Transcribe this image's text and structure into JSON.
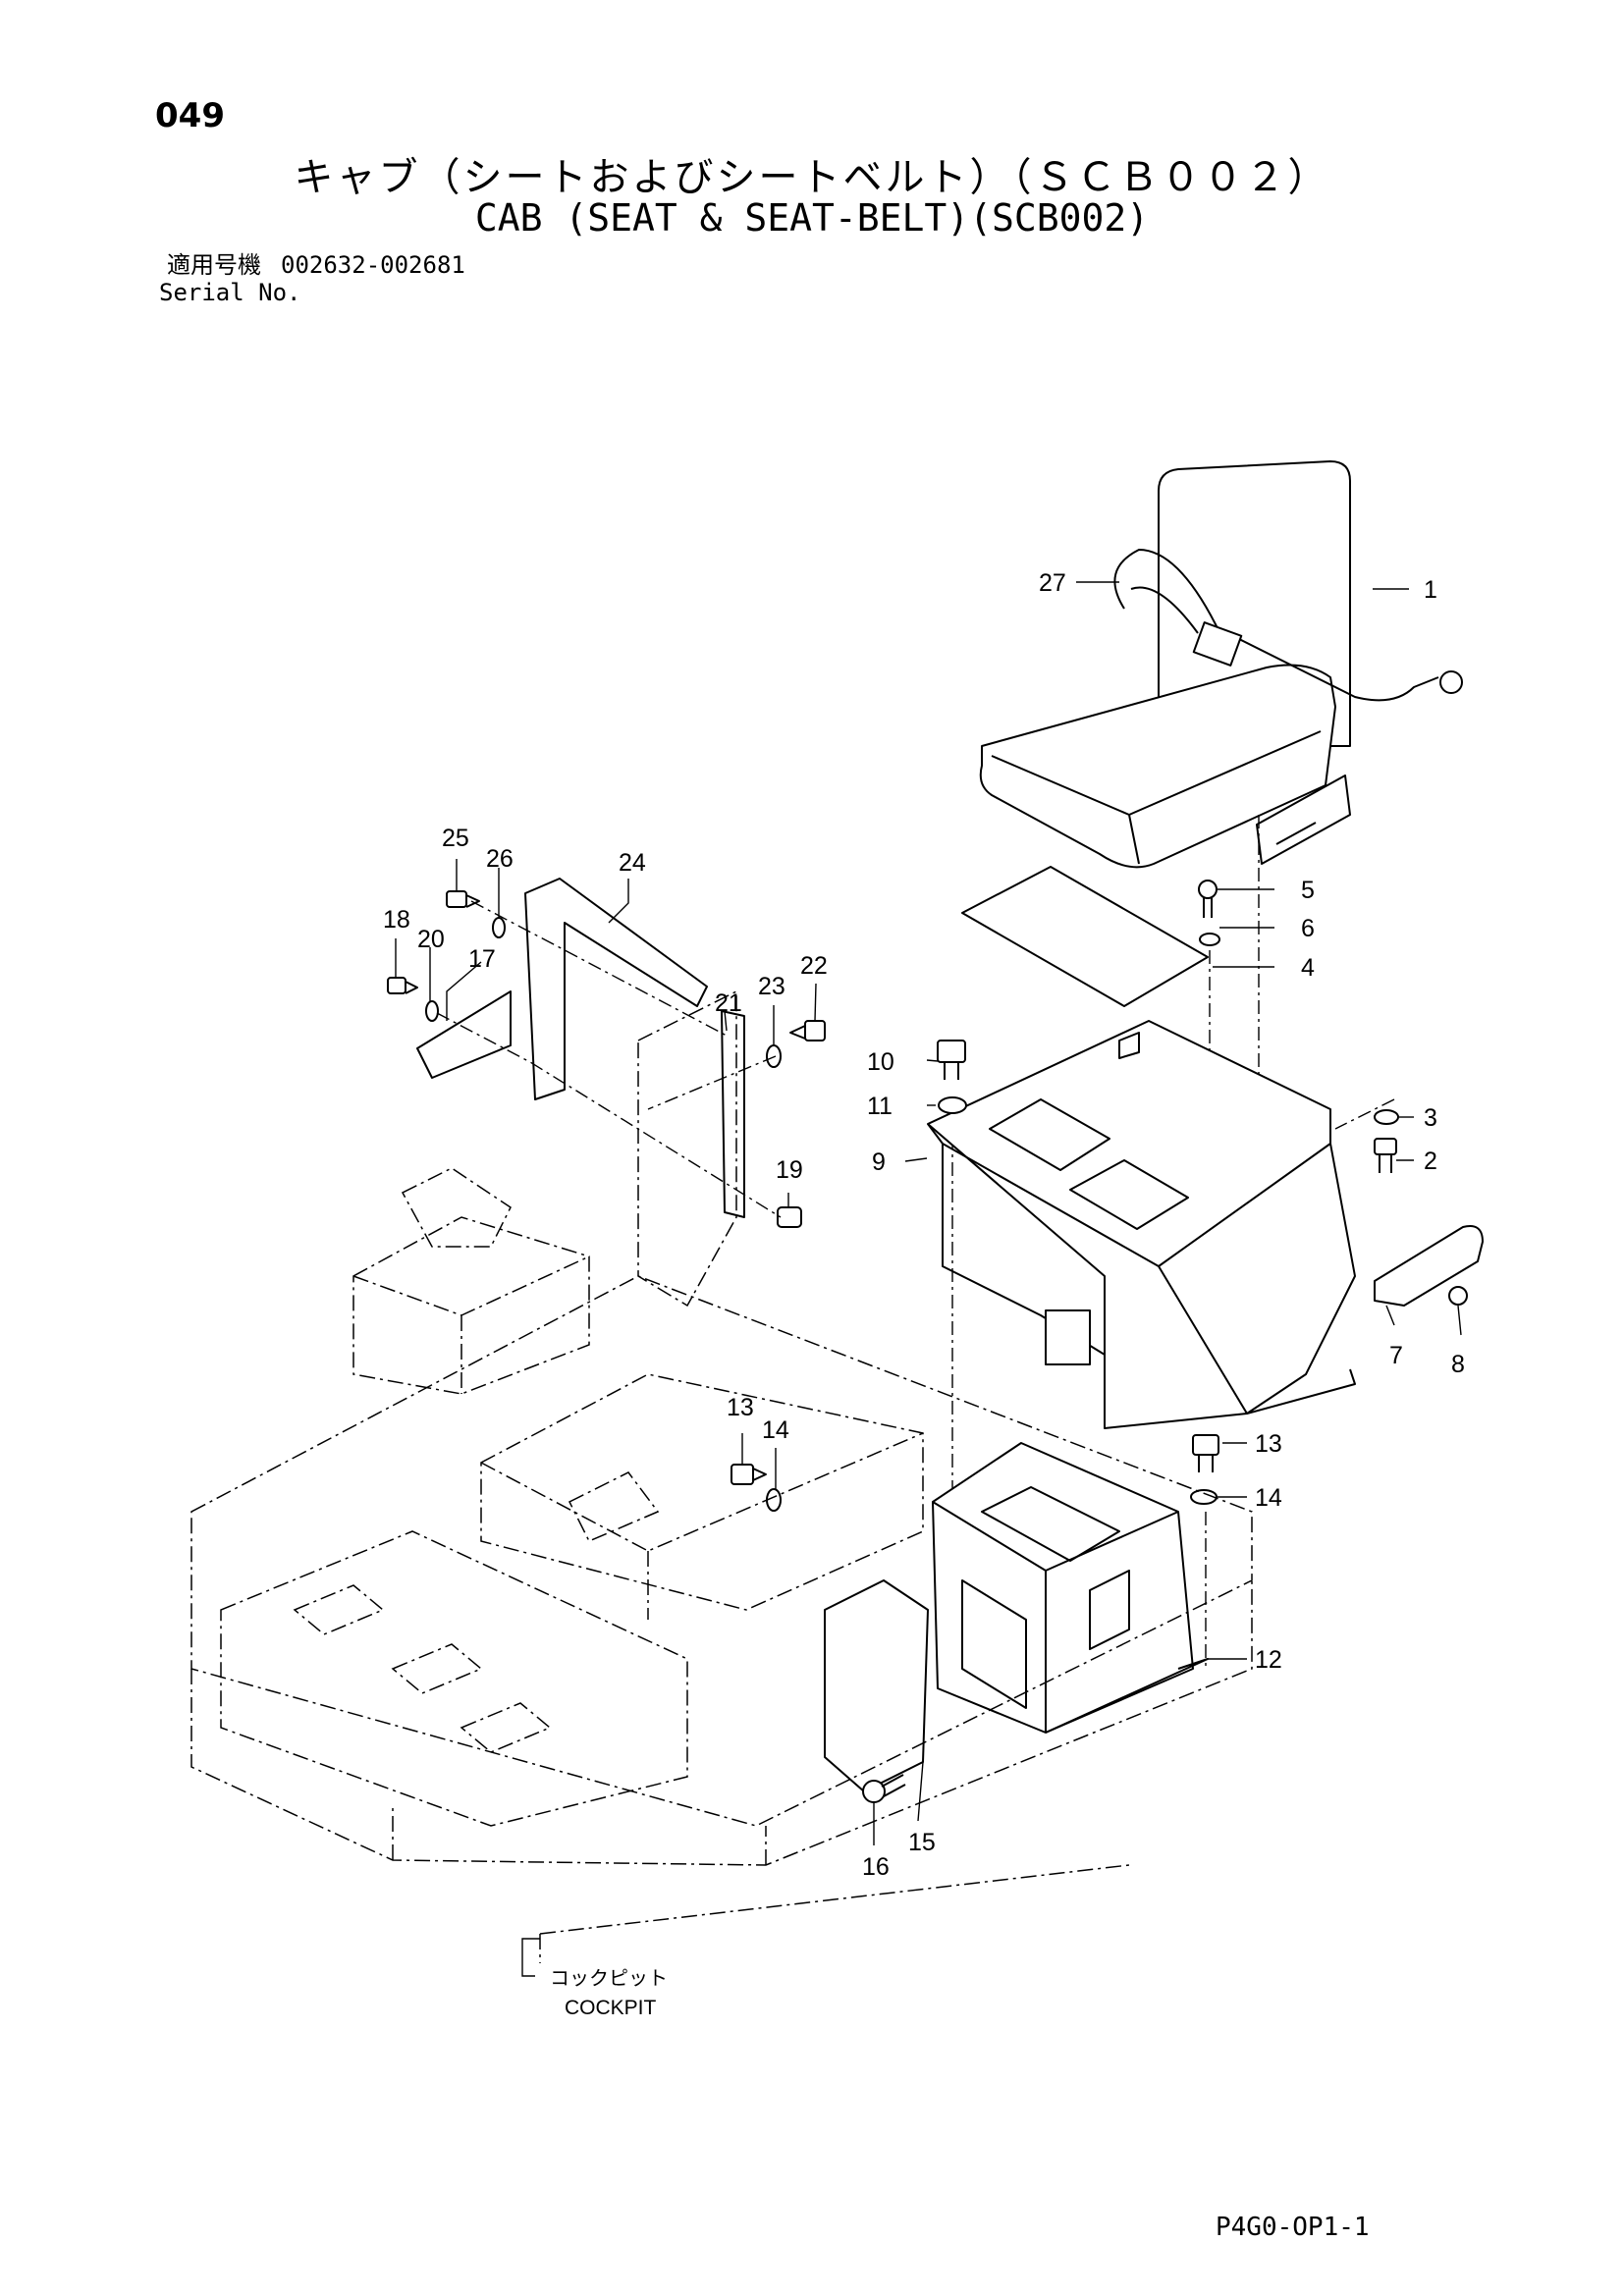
{
  "header": {
    "page_number": "049",
    "title_jp": "キャブ（シートおよびシートベルト）（ＳＣＢ００２）",
    "title_en": "CAB (SEAT & SEAT-BELT)(SCB002)",
    "serial_label_jp": "適用号機",
    "serial_range": "002632-002681",
    "serial_label_en": "Serial No."
  },
  "callouts": [
    "1",
    "2",
    "3",
    "4",
    "5",
    "6",
    "7",
    "8",
    "9",
    "10",
    "11",
    "12",
    "13",
    "13",
    "14",
    "14",
    "15",
    "16",
    "17",
    "18",
    "19",
    "20",
    "21",
    "22",
    "23",
    "24",
    "25",
    "26",
    "27"
  ],
  "cockpit_label_jp": "コックピット",
  "cockpit_label_en": "COCKPIT",
  "footer": {
    "code": "P4G0-OP1-1"
  }
}
